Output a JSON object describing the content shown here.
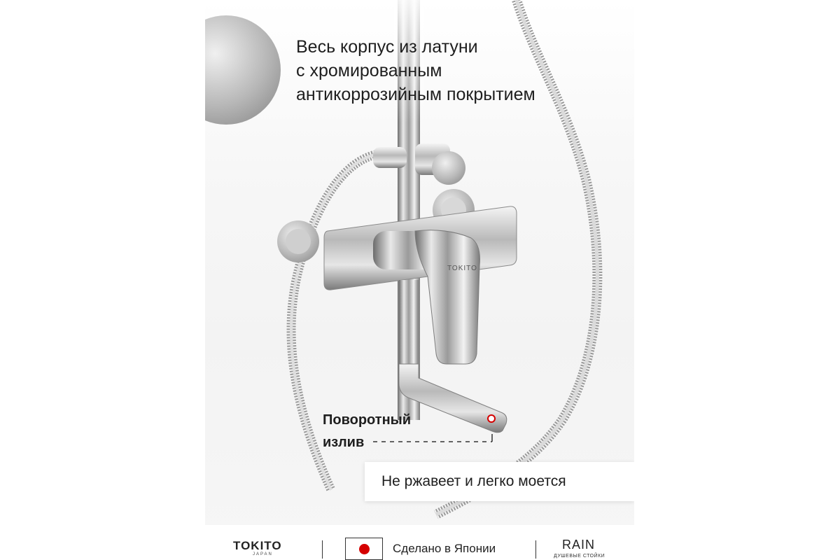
{
  "headline": {
    "lines": [
      "Весь корпус из латуни",
      "с хромированным",
      "антикоррозийным покрытием"
    ]
  },
  "callout": {
    "lines": [
      "Поворотный",
      "излив"
    ]
  },
  "banner": {
    "text": "Не ржавеет и легко моется"
  },
  "mixer_logo": "TOKITO",
  "footer": {
    "brand": "TOKITO",
    "brand_sub": "JAPAN",
    "made_in": "Сделано в Японии",
    "series": "RAIN",
    "series_sub": "ДУШЕВЫЕ СТОЙКИ"
  },
  "colors": {
    "flag_red": "#d50000",
    "accent_red": "#d50000"
  }
}
